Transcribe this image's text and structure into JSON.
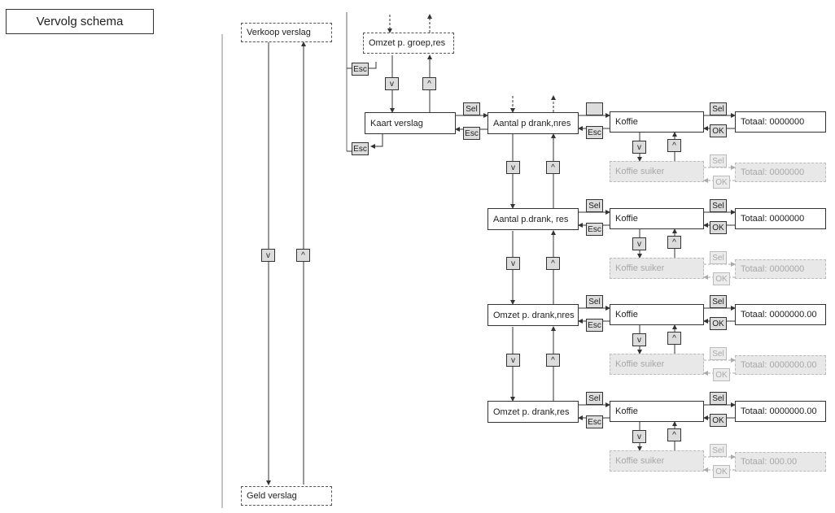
{
  "title": "Vervolg schema",
  "menu": {
    "verkoop": "Verkoop verslag",
    "geld": "Geld verslag",
    "omzet_groep": "Omzet p. groep,res",
    "kaart": "Kaart verslag"
  },
  "reports": [
    {
      "label": "Aantal p drank,nres",
      "item": "Koffie",
      "total": "Totaal: 0000000",
      "ghost_item": "Koffie suiker",
      "ghost_total": "Totaal: 0000000"
    },
    {
      "label": "Aantal p.drank, res",
      "item": "Koffie",
      "total": "Totaal: 0000000",
      "ghost_item": "Koffie suiker",
      "ghost_total": "Totaal: 0000000"
    },
    {
      "label": "Omzet p. drank,nres",
      "item": "Koffie",
      "total": "Totaal: 0000000.00",
      "ghost_item": "Koffie suiker",
      "ghost_total": "Totaal: 0000000.00"
    },
    {
      "label": "Omzet p. drank,res",
      "item": "Koffie",
      "total": "Totaal: 0000000.00",
      "ghost_item": "Koffie suiker",
      "ghost_total": "Totaal: 000.00"
    }
  ],
  "keys": {
    "sel": "Sel",
    "esc": "Esc",
    "ok": "OK",
    "down": "v",
    "up": "^"
  },
  "colors": {
    "key_fill": "#dcdcdc",
    "ghost_fill": "#e8e8e8",
    "ghost_text": "#a8a8a8",
    "line": "#333333"
  }
}
